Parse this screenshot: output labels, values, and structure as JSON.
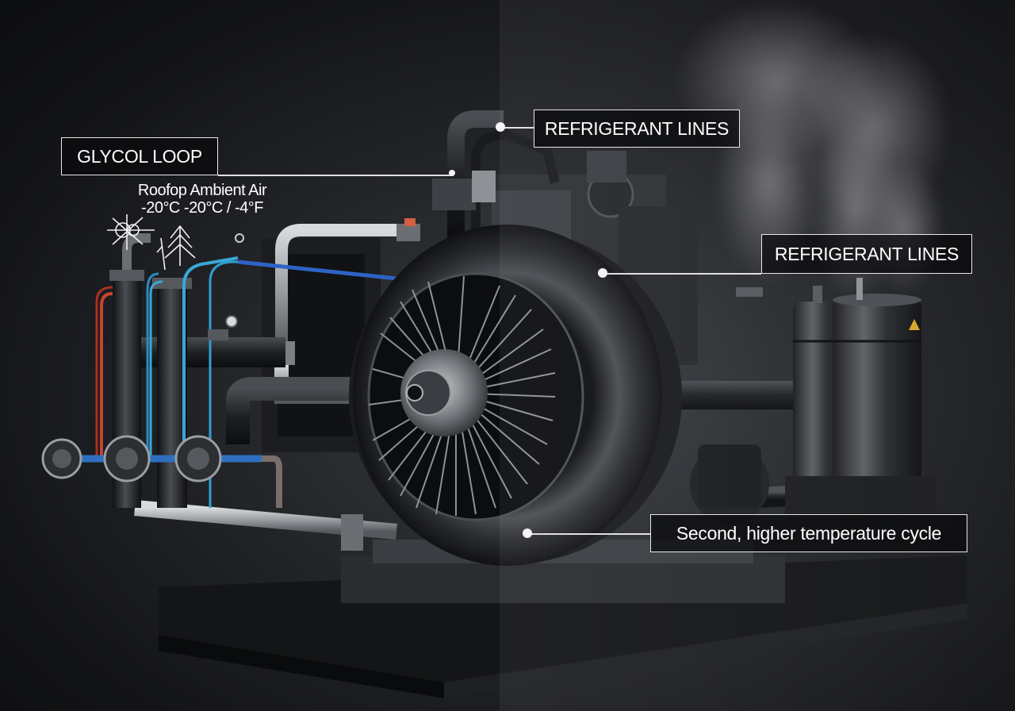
{
  "diagram": {
    "subject": "Heat pump / refrigeration compressor unit",
    "colors": {
      "background": "#1a1b1e",
      "label_text": "#ffffff",
      "label_border": "#e8e8e8",
      "hot_line": "#c8442e",
      "cold_line": "#2f7fc4",
      "glycol_line": "#38a8d8",
      "warning": "#d4a82a"
    },
    "labels": {
      "glycol_loop": "GLYCOL LOOP",
      "refrigerant_lines_top": "REFRIGERANT LINES",
      "refrigerant_lines_right": "REFRIGERANT LINES",
      "second_cycle": "Second, higher temperature cycle",
      "ambient_title": "Roofop Ambient Air",
      "ambient_temp": "-20°C -20°C / -4°F"
    },
    "icons": {
      "snowflake": "snowflake-icon",
      "tree": "pine-tree-icon",
      "warning": "warning-triangle-icon"
    }
  }
}
